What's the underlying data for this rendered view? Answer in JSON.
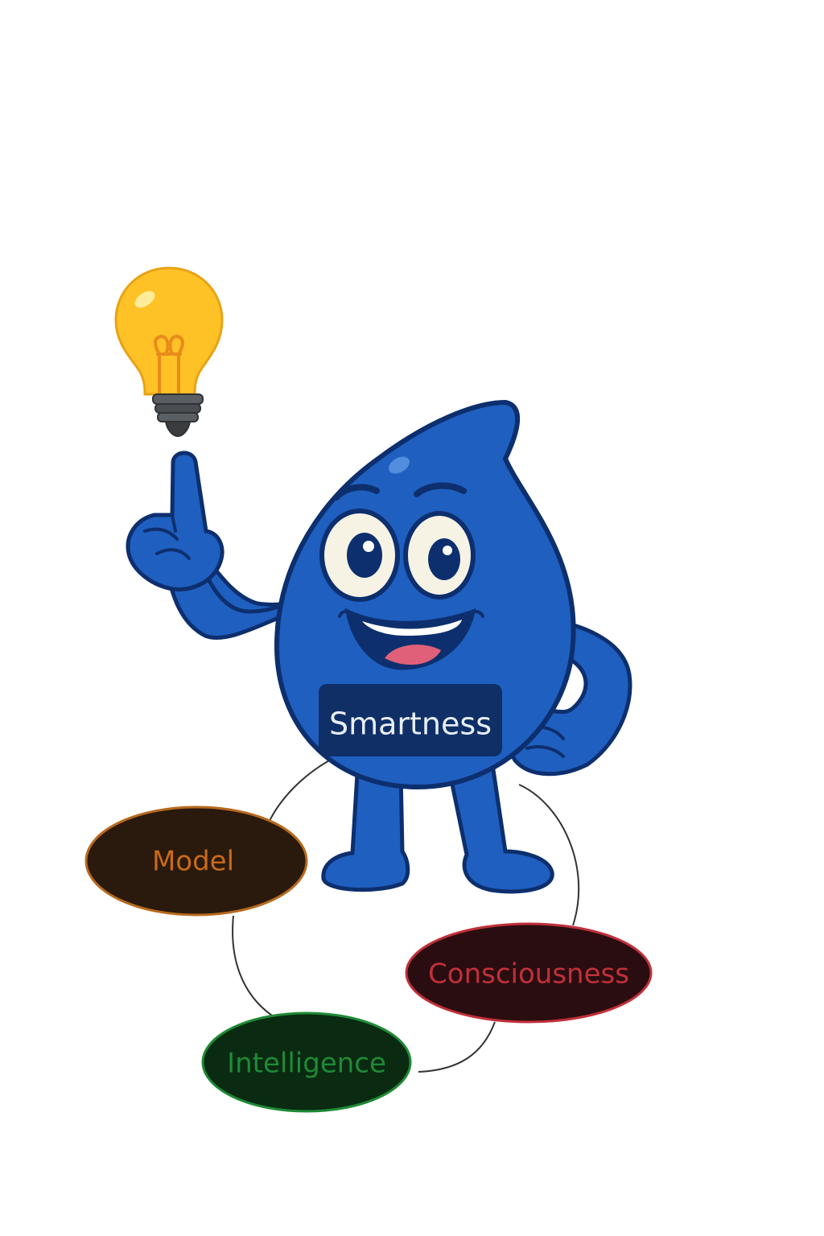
{
  "character": {
    "shirt_label": "Smartness",
    "body_color": "#1f5fbf",
    "outline_color": "#0d2f6e",
    "shirt_color": "#0f2f66"
  },
  "bulb": {
    "glass_color": "#ffc226",
    "base_color": "#5a5f63"
  },
  "nodes": [
    {
      "label": "Model",
      "text_color": "#c8691a",
      "fill": "#2a1a0d",
      "stroke": "#b86a1e"
    },
    {
      "label": "Consciousness",
      "text_color": "#c0303a",
      "fill": "#2a0d10",
      "stroke": "#c0303a"
    },
    {
      "label": "Intelligence",
      "text_color": "#1f8a36",
      "fill": "#0a2a12",
      "stroke": "#1f8a36"
    }
  ]
}
